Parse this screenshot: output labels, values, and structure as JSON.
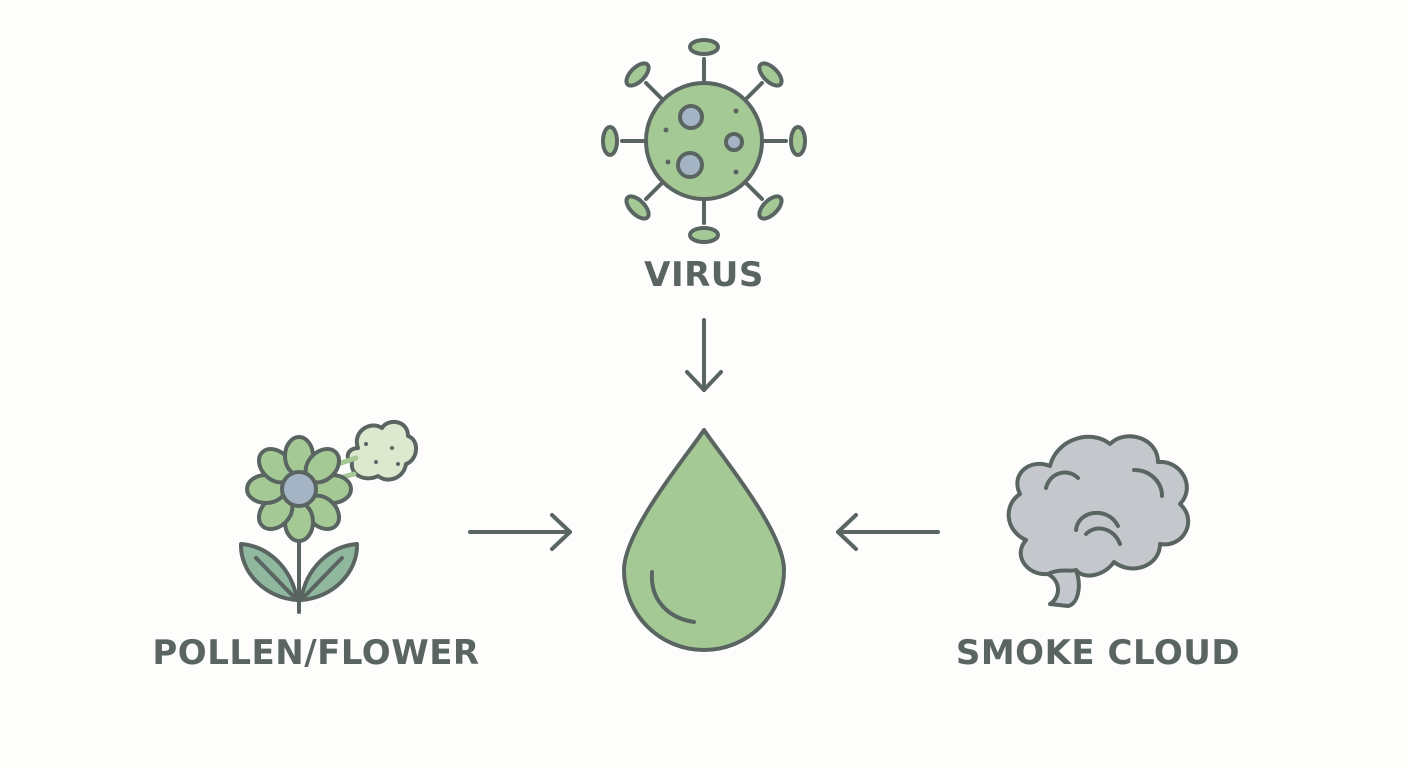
{
  "labels": {
    "virus": "VIRUS",
    "pollen": "POLLEN/FLOWER",
    "smoke": "SMOKE CLOUD"
  },
  "icons": {
    "top": "virus-icon",
    "left": "flower-icon",
    "right": "smoke-cloud-icon",
    "center": "droplet-icon"
  },
  "colors": {
    "stroke": "#5a6562",
    "green_fill": "#a4c995",
    "leaf_fill": "#8fb89f",
    "blue_gray": "#a5b4c4",
    "smoke_fill": "#c4c7cb",
    "pollen_puff": "#dde8cf",
    "background": "#fdfdfc"
  }
}
